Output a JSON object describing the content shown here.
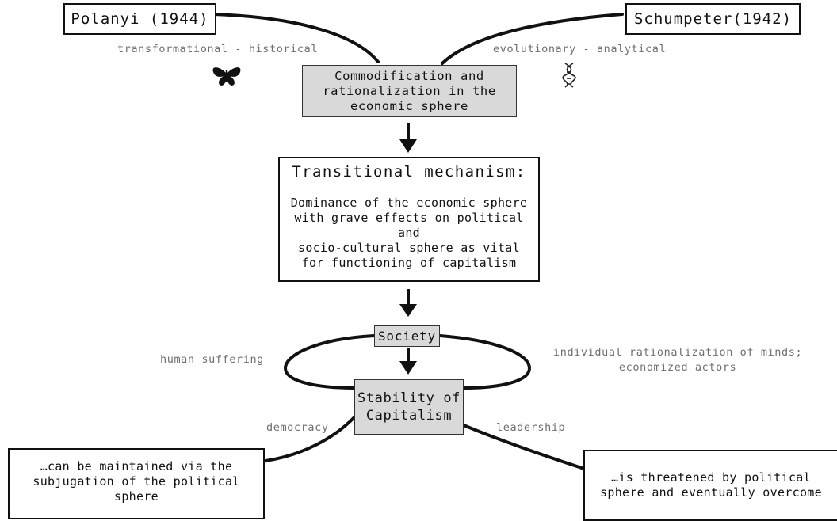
{
  "authors": {
    "left": "Polanyi (1944)",
    "right": "Schumpeter(1942)"
  },
  "approaches": {
    "left": "transformational - historical",
    "right": "evolutionary - analytical"
  },
  "icons": {
    "left": "butterfly-icon",
    "right": "dna-helix-icon"
  },
  "commodification": [
    "Commodification and",
    "rationalization in the",
    "economic sphere"
  ],
  "transitional": {
    "heading": "Transitional mechanism:",
    "lines": [
      "Dominance of the economic sphere",
      "with grave effects on political",
      "and",
      "socio-cultural sphere as vital",
      "for functioning of capitalism"
    ]
  },
  "society": "Society",
  "stability": [
    "Stability of",
    "Capitalism"
  ],
  "loop_labels": {
    "left": "human suffering",
    "right": [
      "individual rationalization of minds;",
      "economized actors"
    ]
  },
  "branch_labels": {
    "left": "democracy",
    "right": "leadership"
  },
  "outcomes": {
    "left": [
      "…can be maintained via the",
      "subjugation of the political",
      "sphere"
    ],
    "right": [
      "…is threatened by political",
      "sphere and eventually overcome"
    ]
  }
}
